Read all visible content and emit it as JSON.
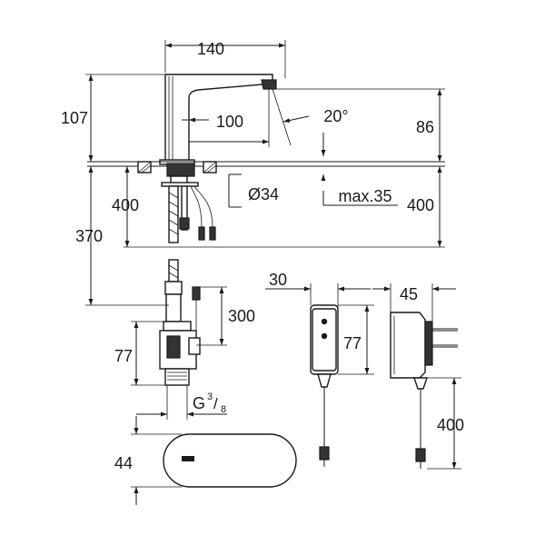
{
  "dimensions": {
    "spout_width": "140",
    "spout_height": "107",
    "spout_reach": "100",
    "sensor_angle": "20°",
    "sensor_height": "86",
    "hose_length_left": "400",
    "hole_diameter": "Ø34",
    "deck_thickness": "max.35",
    "hose_length_right": "400",
    "connection_length": "370",
    "cable_length": "300",
    "valve_height": "77",
    "thread": "G",
    "thread_num": "3",
    "thread_den": "8",
    "transformer_depth": "30",
    "transformer_width": "45",
    "transformer_height": "77",
    "transformer_cable": "400",
    "base_height": "44"
  },
  "colors": {
    "line": "#1a1a1a",
    "background": "#ffffff"
  }
}
